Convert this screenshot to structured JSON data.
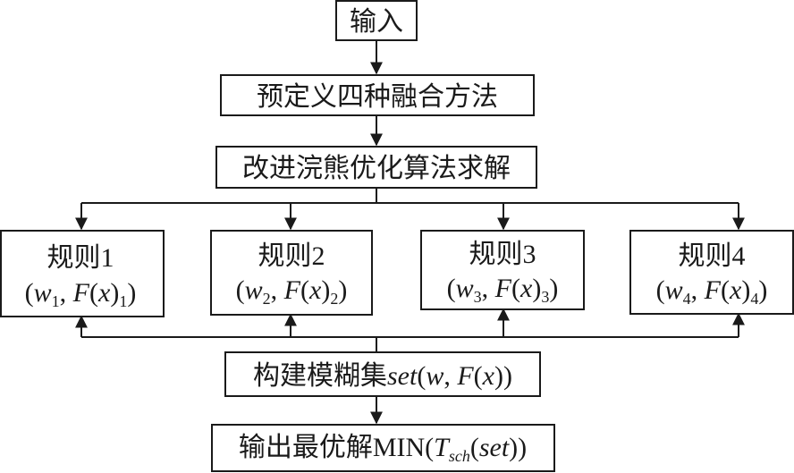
{
  "nodes": {
    "input": "输入",
    "predefine": "预定义四种融合方法",
    "solve": "改进浣熊优化算法求解",
    "rules": [
      {
        "title": "规则1",
        "w": "w",
        "sub": "1",
        "f": "F",
        "x": "x",
        "fsub": "1"
      },
      {
        "title": "规则2",
        "w": "w",
        "sub": "2",
        "f": "F",
        "x": "x",
        "fsub": "2"
      },
      {
        "title": "规则3",
        "w": "w",
        "sub": "3",
        "f": "F",
        "x": "x",
        "fsub": "3"
      },
      {
        "title": "规则4",
        "w": "w",
        "sub": "4",
        "f": "F",
        "x": "x",
        "fsub": "4"
      }
    ],
    "fuzzy": {
      "prefix": "构建模糊集",
      "set": "set",
      "w": "w",
      "f": "F",
      "x": "x"
    },
    "output": {
      "prefix": "输出最优解MIN(",
      "t": "T",
      "tsub": "sch",
      "set": "set"
    }
  },
  "colors": {
    "stroke": "#1a1a1a",
    "background": "#ffffff"
  }
}
